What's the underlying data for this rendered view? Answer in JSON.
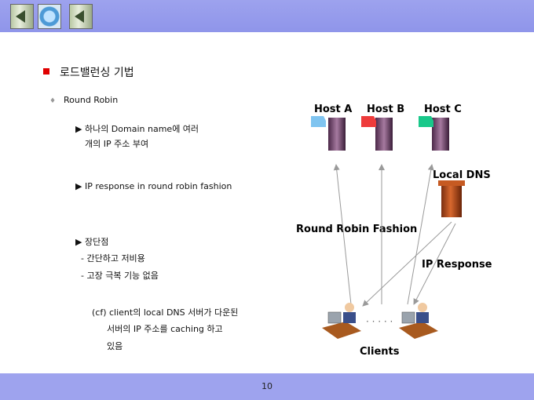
{
  "page": {
    "title": "로드밸런싱 기법",
    "page_number": "10"
  },
  "method": {
    "name": "Round Robin"
  },
  "points": {
    "p1_line1": "▶ 하나의 Domain name에 여러",
    "p1_line2": "개의 IP 주소 부여",
    "p2": "▶ IP response in round robin fashion",
    "p3_title": "▶ 장단점",
    "p3_item1": "- 간단하고 저비용",
    "p3_item2": "- 고장 극복 기능 없음",
    "note_line1": "(cf) client의 local DNS 서버가 다운된",
    "note_line2": "서버의 IP 주소를 caching 하고",
    "note_line3": "있음"
  },
  "diagram": {
    "hosts": [
      "Host A",
      "Host B",
      "Host C"
    ],
    "host_colors": [
      "#7fc4f0",
      "#ee3b3b",
      "#19c88a"
    ],
    "local_dns": "Local DNS",
    "round_robin_label": "Round Robin Fashion",
    "ip_response_label": "IP Response",
    "dots": "· · · · ·",
    "clients_label": "Clients"
  }
}
